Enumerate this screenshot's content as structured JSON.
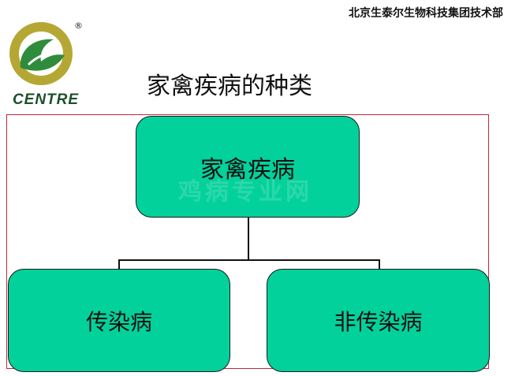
{
  "header": {
    "company_name": "北京生泰尔生物科技集团技术部"
  },
  "logo": {
    "brand_text": "CENTRE",
    "registered_mark": "®",
    "colors": {
      "ring": "#b5a733",
      "leaf": "#2f8c3c",
      "text": "#1d4f2b"
    }
  },
  "slide": {
    "title": "家禽疾病的种类"
  },
  "diagram": {
    "root": "家禽疾病",
    "children": [
      "传染病",
      "非传染病"
    ],
    "watermark": "鸡病专业网",
    "colors": {
      "node_fill": "#03d19b",
      "node_border": "#1a1a1a",
      "frame_border": "#c0283a"
    }
  }
}
